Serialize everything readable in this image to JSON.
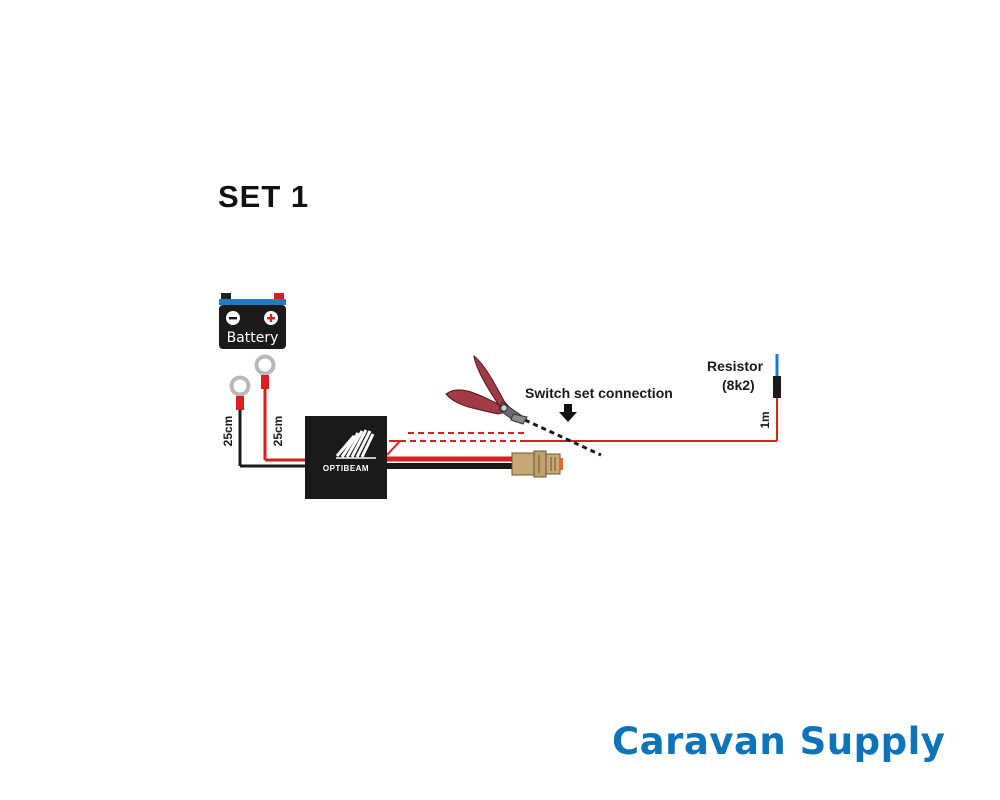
{
  "title": "SET 1",
  "battery": {
    "label": "Battery",
    "minus_symbol": "−",
    "plus_symbol": "+"
  },
  "cable_lengths": {
    "negative": "25cm",
    "positive": "25cm",
    "switch_lead": "1m"
  },
  "relay": {
    "brand": "OPTIBEAM"
  },
  "switch_connection": {
    "label": "Switch set connection"
  },
  "resistor": {
    "label": "Resistor",
    "value": "(8k2)"
  },
  "logo": {
    "text": "Caravan Supply"
  },
  "colors": {
    "wire_red": "#d8201f",
    "wire_black": "#1a1a1a",
    "connector": "#c9a877",
    "logo_blue": "#0e74b9",
    "resistor_blue": "#1e7bc4"
  }
}
